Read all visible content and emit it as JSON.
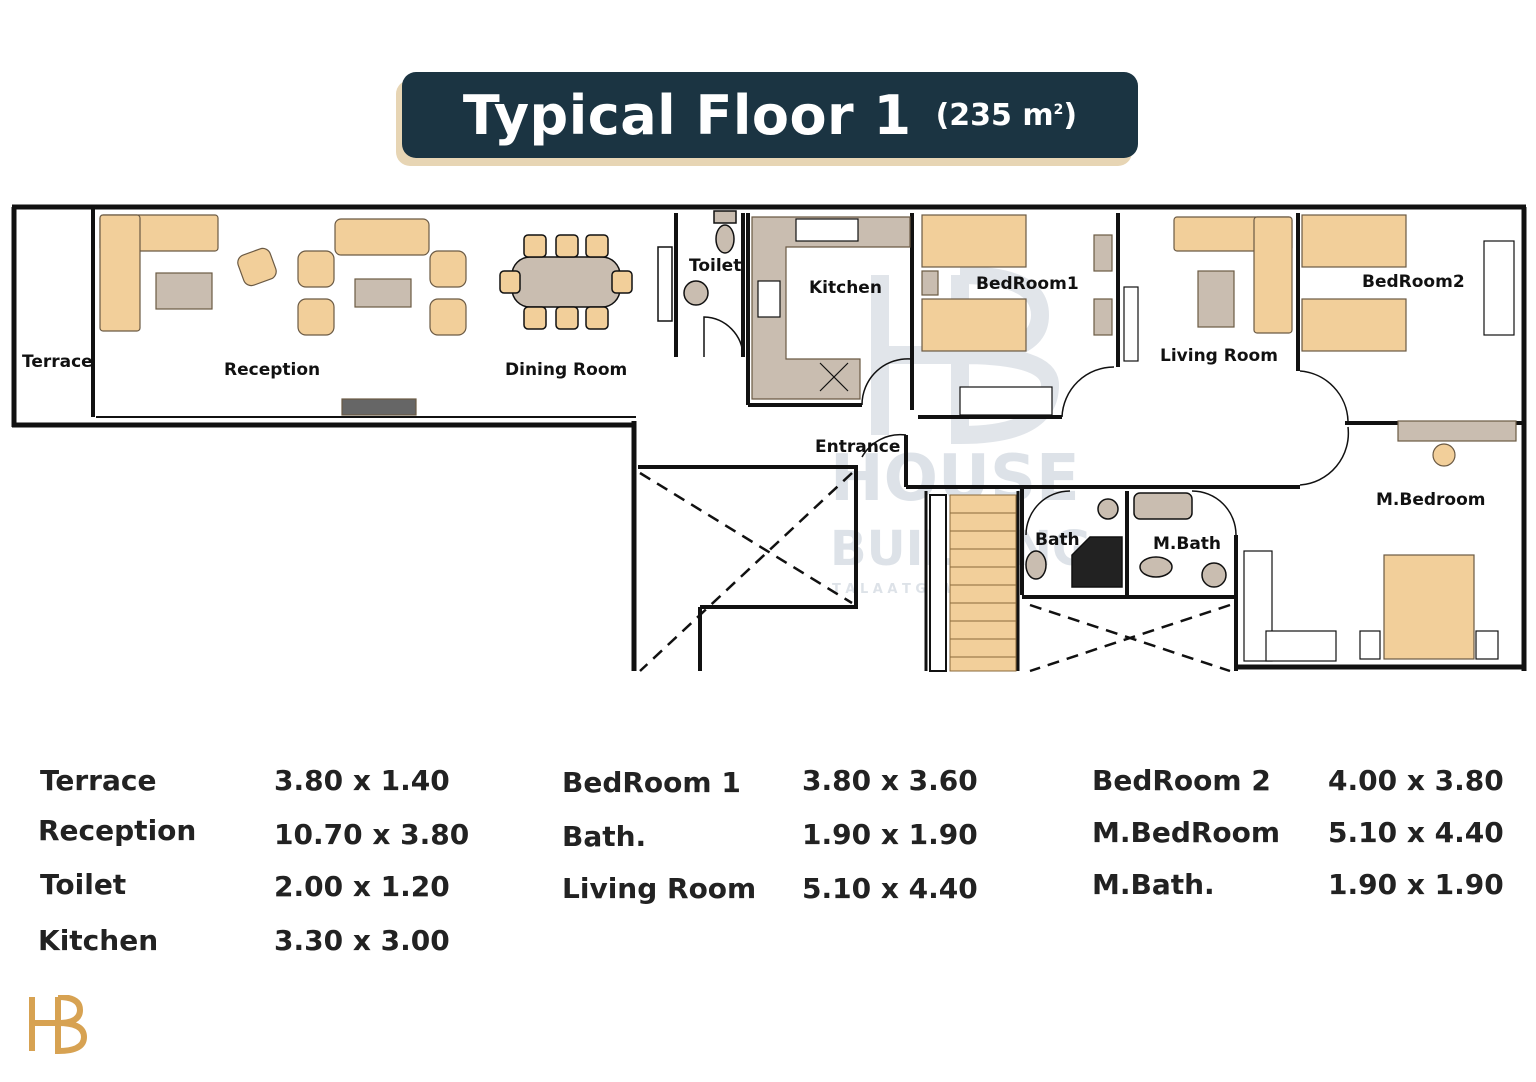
{
  "title": {
    "main": "Typical Floor 1",
    "area": "(235 m",
    "area_sup": "2",
    "area_close": ")"
  },
  "rooms": {
    "terrace": "Terrace",
    "reception": "Reception",
    "dining": "Dining Room",
    "toilet": "Toilet",
    "kitchen": "Kitchen",
    "bedroom1": "BedRoom1",
    "living": "Living Room",
    "bedroom2": "BedRoom2",
    "entrance": "Entrance",
    "mbedroom": "M.Bedroom",
    "bath": "Bath",
    "mbath": "M.Bath"
  },
  "watermark": {
    "line1": "HOUSE",
    "line2": "BUILDING",
    "line3": "T A L A A T   G A W A R"
  },
  "dimensions": [
    [
      {
        "name": "Terrace",
        "size": "3.80 x 1.40"
      },
      {
        "name": "Reception",
        "size": "10.70 x 3.80"
      },
      {
        "name": "Toilet",
        "size": "2.00 x 1.20"
      },
      {
        "name": "Kitchen",
        "size": "3.30 x 3.00"
      }
    ],
    [
      {
        "name": "BedRoom 1",
        "size": "3.80 x 3.60"
      },
      {
        "name": "Bath.",
        "size": "1.90 x 1.90"
      },
      {
        "name": "Living Room",
        "size": "5.10 x 4.40"
      }
    ],
    [
      {
        "name": "BedRoom 2",
        "size": "4.00 x 3.80"
      },
      {
        "name": "M.BedRoom",
        "size": "5.10  x 4.40"
      },
      {
        "name": "M.Bath.",
        "size": "1.90 x 1.90"
      }
    ]
  ],
  "colors": {
    "title_bg": "#1b3442",
    "title_shadow": "#e7d5b4",
    "furniture": "#f2cf9a",
    "counter": "#c9bdb0",
    "logo": "#d7a252"
  }
}
